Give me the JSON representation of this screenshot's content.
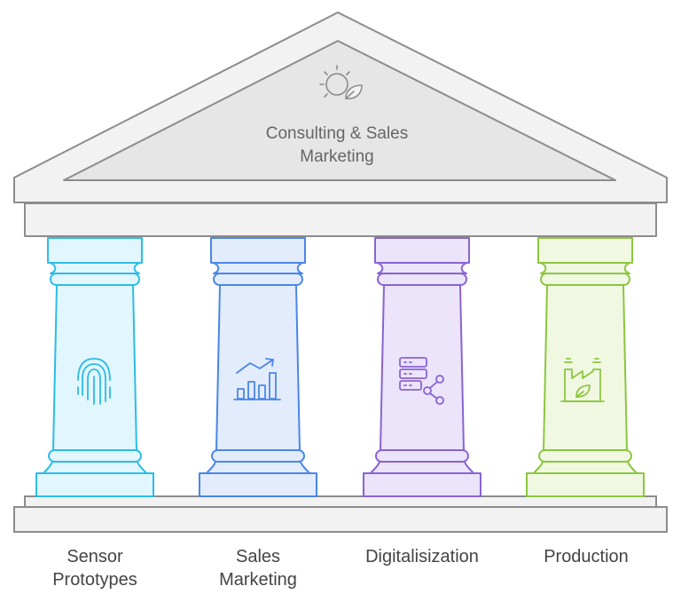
{
  "roof": {
    "title_line1": "Consulting & Sales",
    "title_line2": "Marketing",
    "icon": "sun-leaf-icon"
  },
  "pillars": [
    {
      "line1": "Sensor",
      "line2": "Prototypes",
      "icon": "fingerprint-icon",
      "stroke": "#2bbde6",
      "fill": "#e2f6fd"
    },
    {
      "line1": "Sales",
      "line2": "Marketing",
      "icon": "growth-chart-icon",
      "stroke": "#4a86e8",
      "fill": "#e3ecfc"
    },
    {
      "line1": "Digitalisization",
      "line2": "",
      "icon": "server-share-icon",
      "stroke": "#8a63d2",
      "fill": "#ebe4fa"
    },
    {
      "line1": "Production",
      "line2": "",
      "icon": "eco-factory-icon",
      "stroke": "#8cc63f",
      "fill": "#f0f8e2"
    }
  ],
  "colors": {
    "structure_stroke": "#8c8c8c",
    "structure_fill": "#f2f2f2",
    "roof_inner": "#e6e6e6"
  }
}
